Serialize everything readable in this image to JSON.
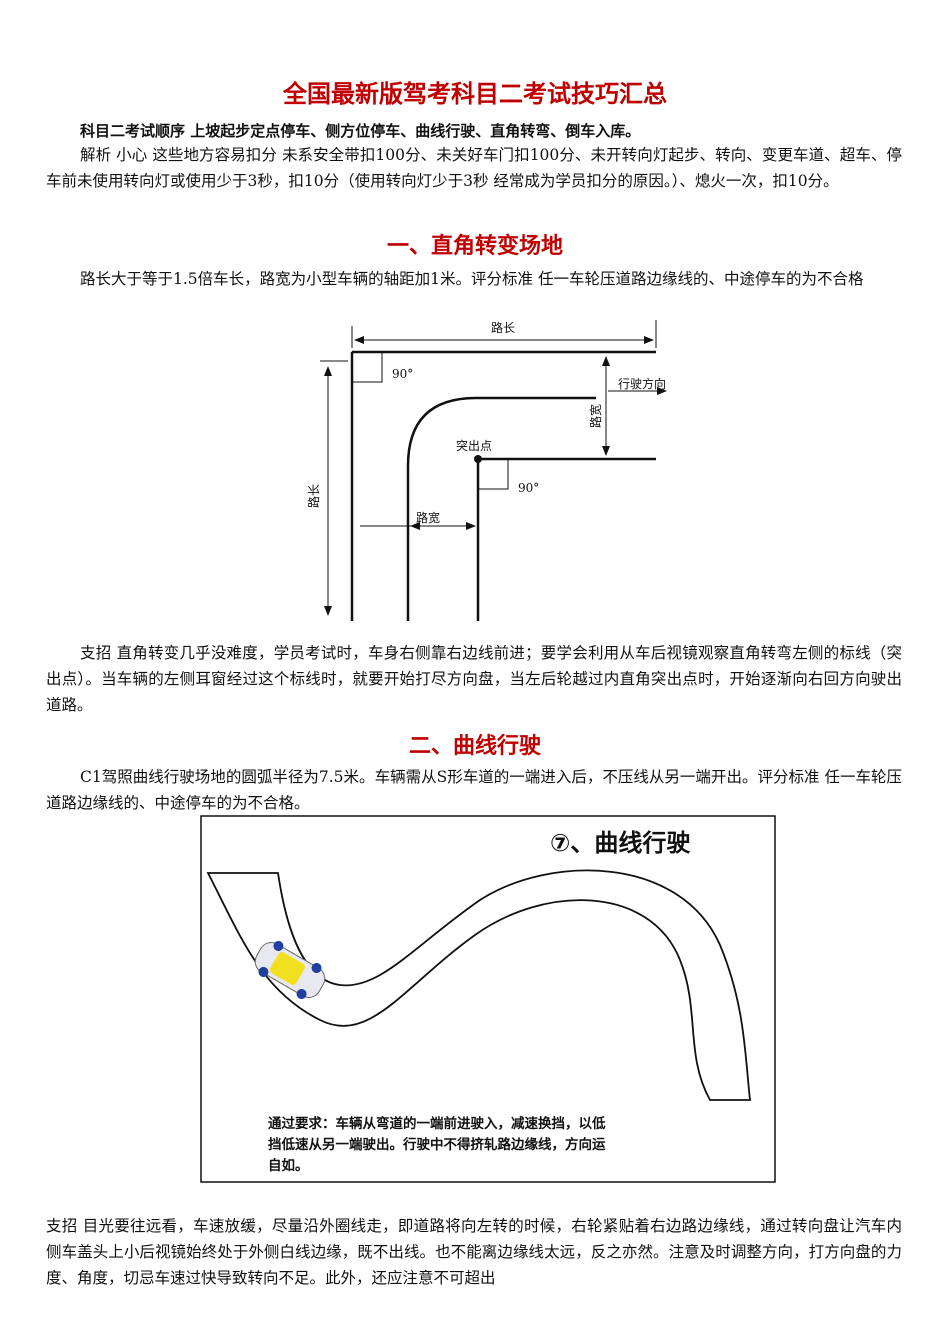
{
  "title": "全国最新版驾考科目二考试技巧汇总",
  "intro": {
    "order": "科目二考试顺序  上坡起步定点停车、侧方位停车、曲线行驶、直角转弯、倒车入库。",
    "analysis": "解析  小心  这些地方容易扣分  未系安全带扣100分、未关好车门扣100分、未开转向灯起步、转向、变更车道、超车、停车前未使用转向灯或使用少于3秒，扣10分（使用转向灯少于3秒  经常成为学员扣分的原因。）、熄火一次，扣10分。"
  },
  "section1": {
    "heading": "一、直角转变场地",
    "desc": "路长大于等于1.5倍车长，路宽为小型车辆的轴距加1米。评分标准  任一车轮压道路边缘线的、中途停车的为不合格",
    "figure": {
      "top_label": "路长",
      "left_label": "路长",
      "bottom_label": "路宽",
      "right_label": "路宽",
      "direction_label": "行驶方向",
      "point_label": "突出点",
      "angle1": "90°",
      "angle2": "90°"
    },
    "tip": "支招  直角转变几乎没难度，学员考试时，车身右侧靠右边线前进；要学会利用从车后视镜观察直角转弯左侧的标线（突出点）。当车辆的左侧耳窗经过这个标线时，就要开始打尽方向盘，当左后轮越过内直角突出点时，开始逐渐向右回方向驶出道路。"
  },
  "section2": {
    "heading": "二、曲线行驶",
    "desc": "C1驾照曲线行驶场地的圆弧半径为7.5米。车辆需从S形车道的一端进入后，不压线从另一端开出。评分标准  任一车轮压道路边缘线的、中途停车的为不合格。",
    "figure": {
      "title": "⑦、曲线行驶",
      "requirement_line1": "通过要求：车辆从弯道的一端前进驶入，减速换挡，以低",
      "requirement_line2": "挡低速从另一端驶出。行驶中不得挤轧路边缘线，方向运",
      "requirement_line3": "自如。"
    },
    "tip": "支招  目光要往远看，车速放缓，尽量沿外圈线走，即道路将向左转的时候，右轮紧贴着右边路边缘线，通过转向盘让汽车内侧车盖头上小后视镜始终处于外侧白线边缘，既不出线。也不能离边缘线太远，反之亦然。注意及时调整方向，打方向盘的力度、角度，切忌车速过快导致转向不足。此外，还应注意不可超出"
  }
}
